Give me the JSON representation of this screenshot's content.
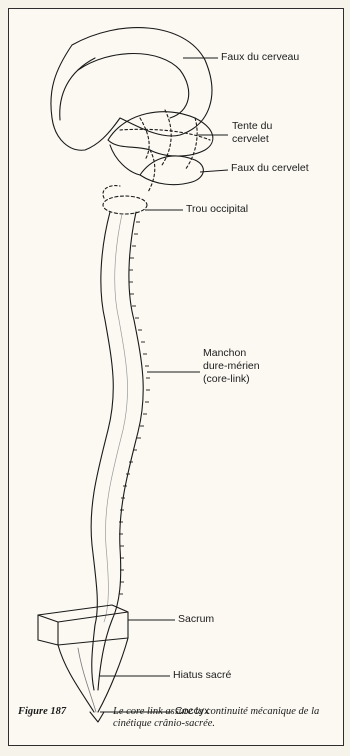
{
  "labels": {
    "faux_cerveau": "Faux du cerveau",
    "tente_cervelet": "Tente du\ncervelet",
    "faux_cervelet": "Faux du cervelet",
    "trou_occipital": "Trou occipital",
    "manchon": "Manchon\ndure-mérien\n(core-link)",
    "sacrum": "Sacrum",
    "hiatus": "Hiatus sacré",
    "coccyx": "Coccyx"
  },
  "caption": {
    "figure": "Figure 187",
    "text": "Le core link assure la continuité mécanique de la cinétique crânio-sacrée."
  }
}
